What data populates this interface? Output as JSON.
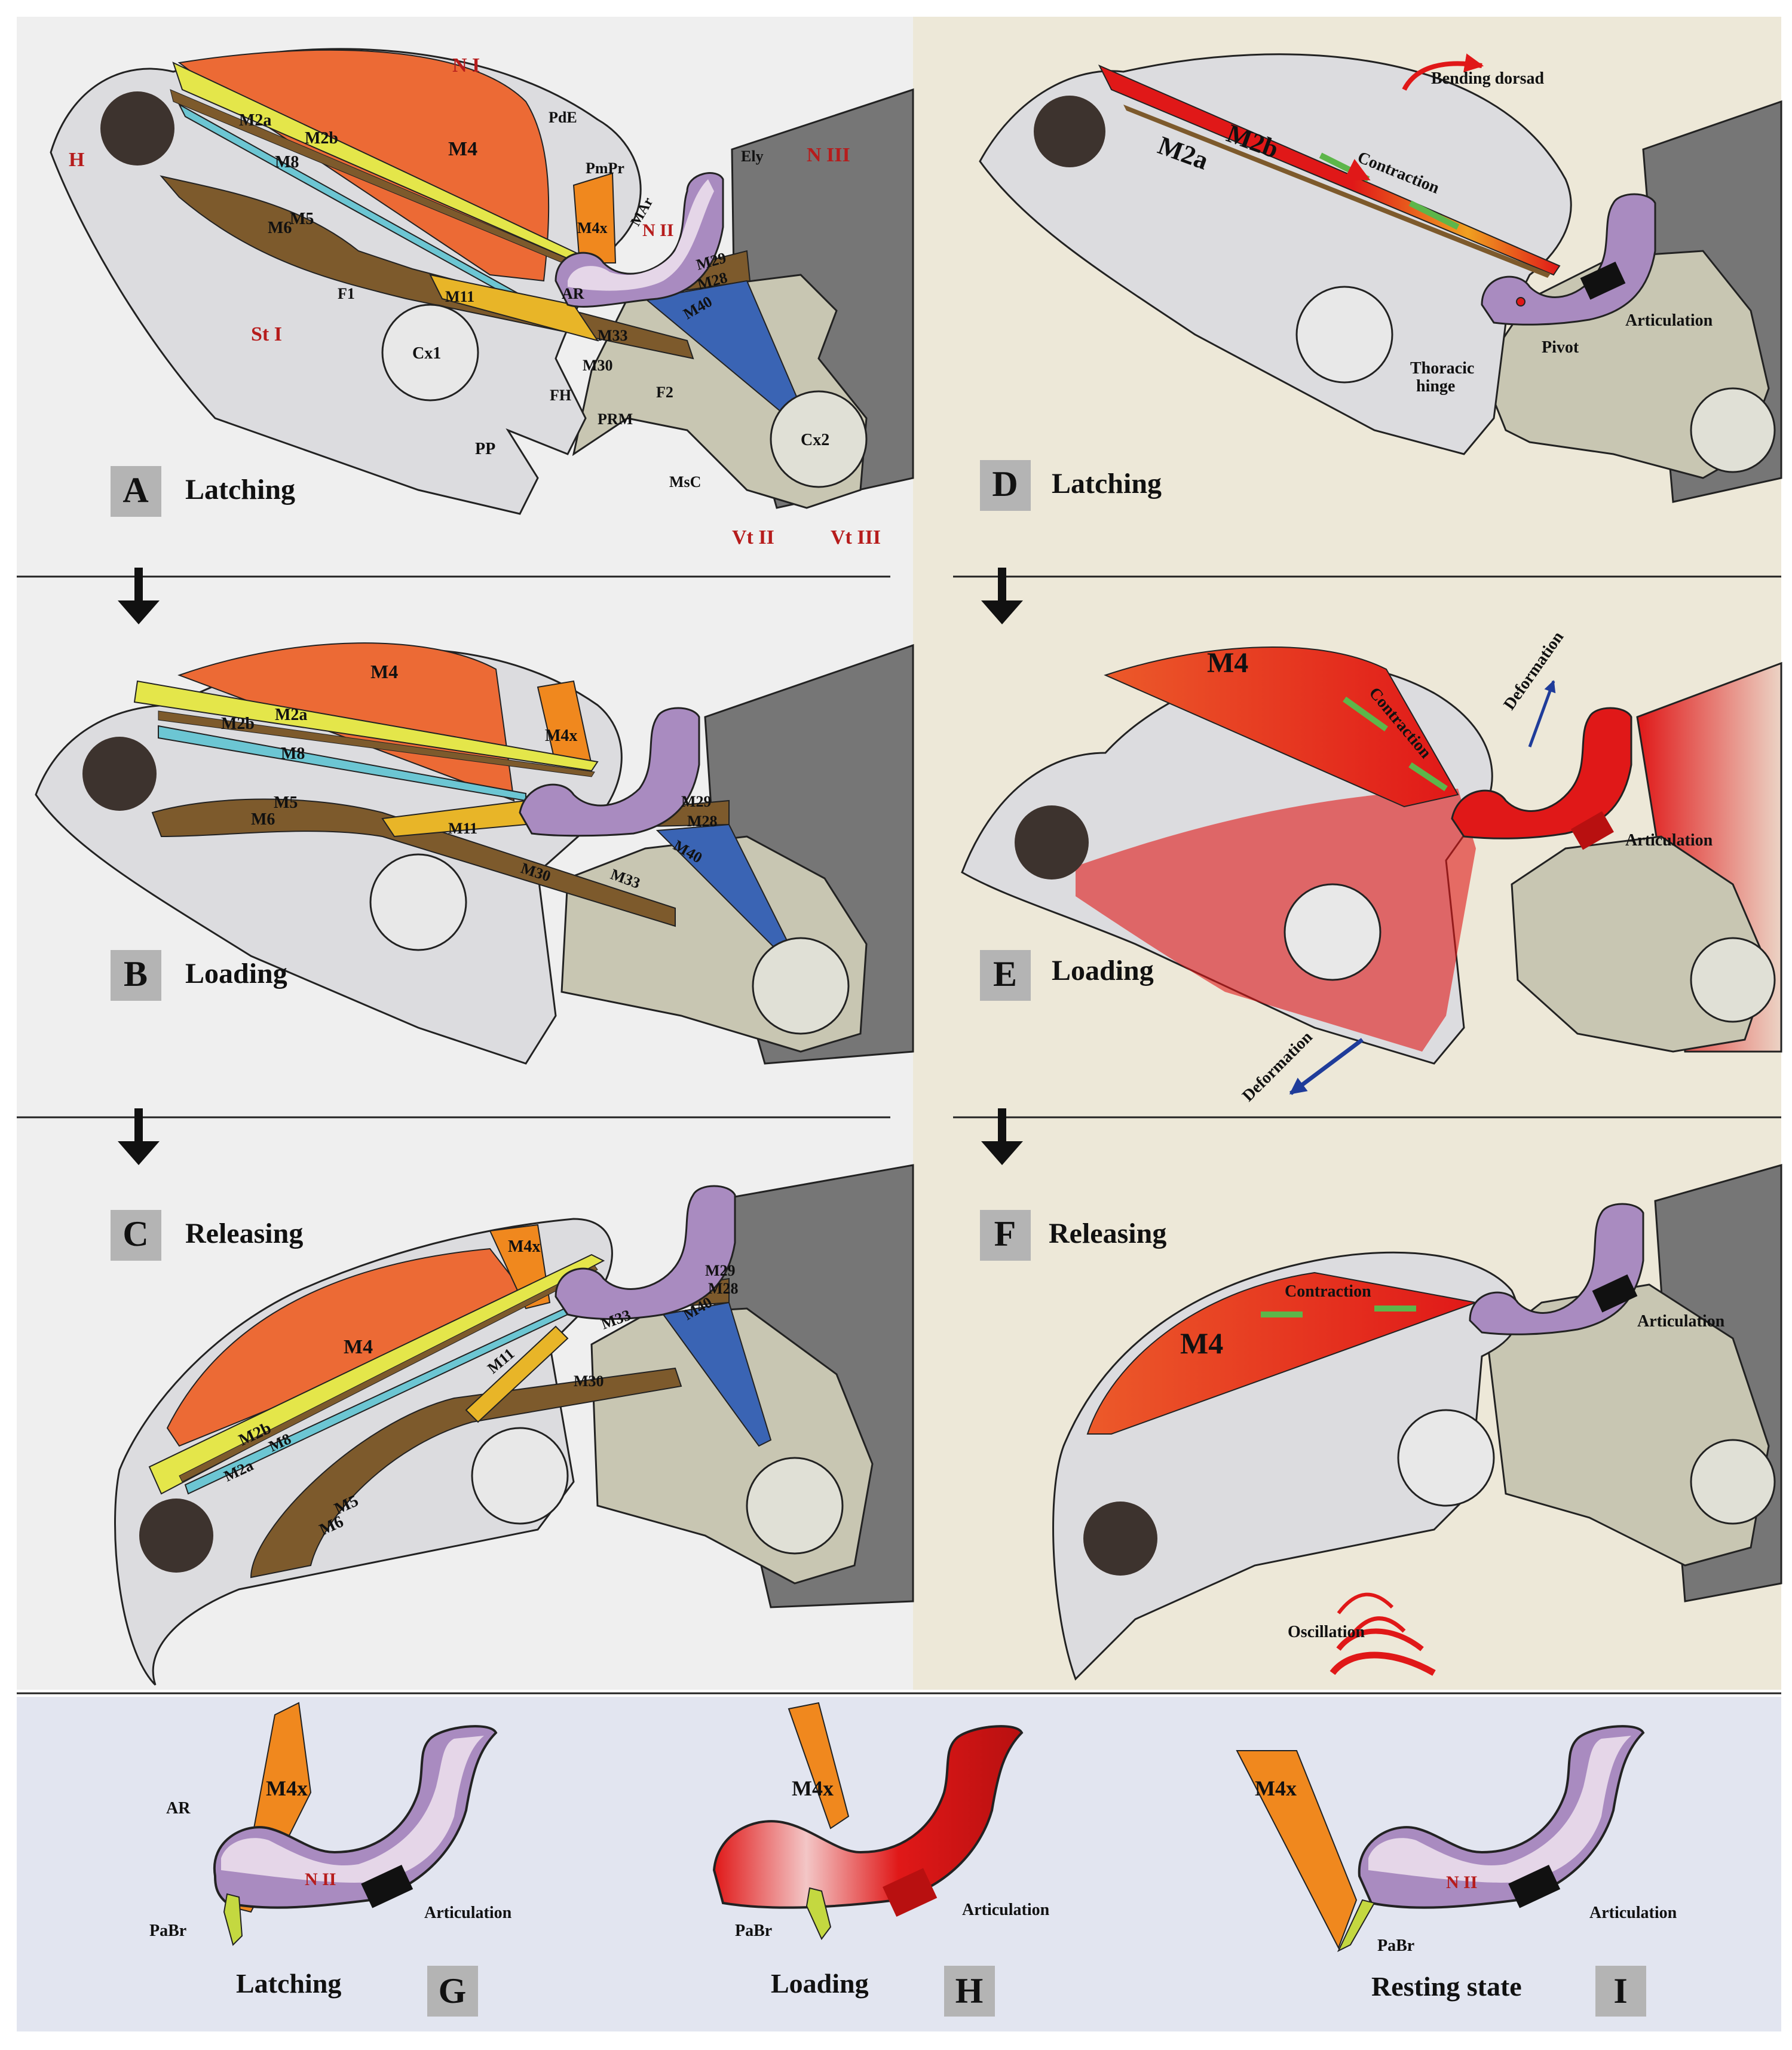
{
  "panels": {
    "A": {
      "letter": "A",
      "caption": "Latching"
    },
    "B": {
      "letter": "B",
      "caption": "Loading"
    },
    "C": {
      "letter": "C",
      "caption": "Releasing"
    },
    "D": {
      "letter": "D",
      "caption": "Latching"
    },
    "E": {
      "letter": "E",
      "caption": "Loading"
    },
    "F": {
      "letter": "F",
      "caption": "Releasing"
    },
    "G": {
      "letter": "G",
      "caption": "Latching"
    },
    "H": {
      "letter": "H",
      "caption": "Loading"
    },
    "I": {
      "letter": "I",
      "caption": "Resting state"
    }
  },
  "labels_a": {
    "ni": "N I",
    "h": "H",
    "sti": "St I",
    "nii": "N II",
    "niii": "N III",
    "vtii": "Vt II",
    "vtiii": "Vt III",
    "m2a": "M2a",
    "m2b": "M2b",
    "m4": "M4",
    "m8": "M8",
    "m5": "M5",
    "m6": "M6",
    "pde": "PdE",
    "pmpr": "PmPr",
    "ely": "Ely",
    "m4x": "M4x",
    "mar": "MAr",
    "ar": "AR",
    "m29": "M29",
    "m28": "M28",
    "m40": "M40",
    "m33": "M33",
    "m30": "M30",
    "m11": "M11",
    "f1": "F1",
    "f2": "F2",
    "cx1": "Cx1",
    "cx2": "Cx2",
    "fh": "FH",
    "prm": "PRM",
    "pp": "PP",
    "msc": "MsC"
  },
  "labels_b": {
    "m4": "M4",
    "m2a": "M2a",
    "m2b": "M2b",
    "m8": "M8",
    "m4x": "M4x",
    "m5": "M5",
    "m6": "M6",
    "m11": "M11",
    "m29": "M29",
    "m28": "M28",
    "m33": "M33",
    "m40": "M40",
    "m30": "M30"
  },
  "labels_c": {
    "m4": "M4",
    "m4x": "M4x",
    "m2b": "M2b",
    "m2a": "M2a",
    "m8": "M8",
    "m5": "M5",
    "m6": "M6",
    "m11": "M11",
    "m29": "M29",
    "m28": "M28",
    "m33": "M33",
    "m40": "M40",
    "m30": "M30"
  },
  "labels_d": {
    "bending": "Bending dorsad",
    "m2a": "M2a",
    "m2b": "M2b",
    "contraction": "Contraction",
    "articulation": "Articulation",
    "pivot": "Pivot",
    "thoracic": "Thoracic",
    "hinge": "hinge"
  },
  "labels_e": {
    "m4": "M4",
    "contraction": "Contraction",
    "deformation_top": "Deformation",
    "articulation": "Articulation",
    "deformation_bottom": "Deformation"
  },
  "labels_f": {
    "m4": "M4",
    "contraction": "Contraction",
    "articulation": "Articulation",
    "oscillation": "Oscillation"
  },
  "labels_g": {
    "m4x": "M4x",
    "ar": "AR",
    "nii": "N II",
    "articulation": "Articulation",
    "pabr": "PaBr"
  },
  "labels_h": {
    "m4x": "M4x",
    "articulation": "Articulation",
    "pabr": "PaBr"
  },
  "labels_i": {
    "m4x": "M4x",
    "nii": "N II",
    "articulation": "Articulation",
    "pabr": "PaBr"
  },
  "colors": {
    "bg_left": "#efefef",
    "bg_right": "#ede8d8",
    "bg_bottom": "#e2e5f0",
    "cuticle": "#dcdcdf",
    "dark_tergite": "#767676",
    "sclerite_tan": "#c8c6b2",
    "m4_orange": "#ec6a35",
    "m4x_orange": "#f0881e",
    "m2_yellow": "#e4e64a",
    "m8_cyan": "#6cc6d3",
    "brown_muscle": "#7d5a2c",
    "m11_gold": "#e8b528",
    "m40_blue": "#3a64b4",
    "purple_sclerite": "#a98bc0",
    "light_purple": "#e5d6e8",
    "red": "#e01818",
    "green_arrow": "#5db64a",
    "label_red": "#b61c1c",
    "eye": "#3d332e"
  }
}
